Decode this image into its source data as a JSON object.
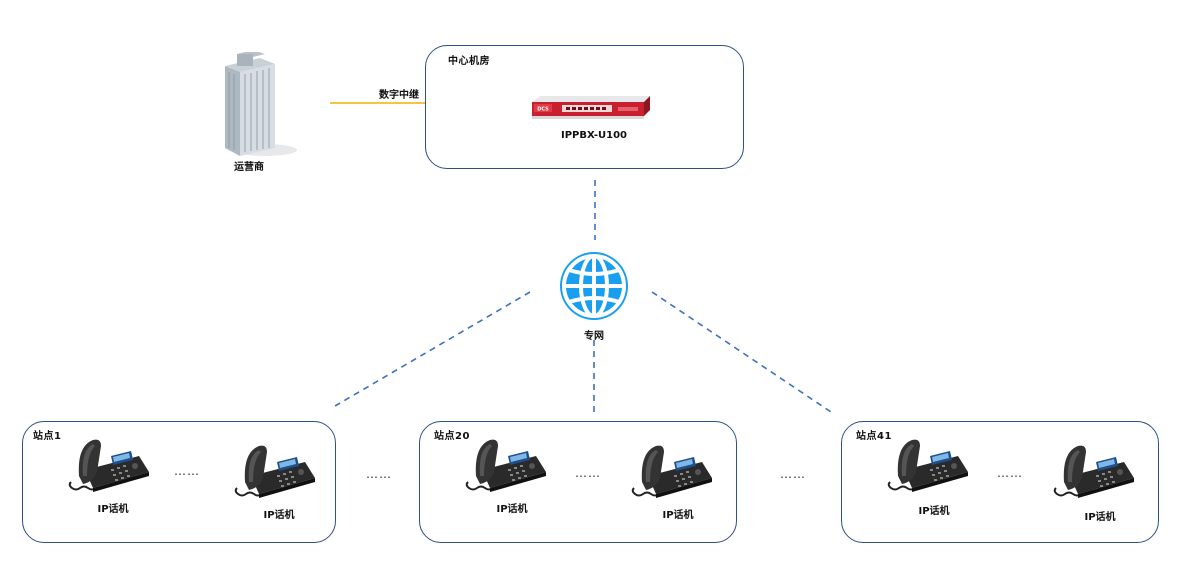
{
  "operator": {
    "label": "运营商"
  },
  "trunk": {
    "label": "数字中继"
  },
  "center": {
    "title": "中心机房",
    "device_label": "IPPBX-U100",
    "device_brand": "DCS"
  },
  "network": {
    "label": "专网"
  },
  "sites": [
    {
      "title": "站点1",
      "phones": [
        "IP话机",
        "IP话机"
      ],
      "dots": "……"
    },
    {
      "title": "站点20",
      "phones": [
        "IP话机",
        "IP话机"
      ],
      "dots": "……"
    },
    {
      "title": "站点41",
      "phones": [
        "IP话机",
        "IP话机"
      ],
      "dots": "……"
    }
  ],
  "between_sites_dots": [
    "……",
    "……"
  ],
  "colors": {
    "border": "#2f4f86",
    "dashed_line": "#3f6fc0",
    "trunk_line": "#f0b400",
    "globe": "#1a9ef0",
    "device_red": "#c8202e"
  }
}
